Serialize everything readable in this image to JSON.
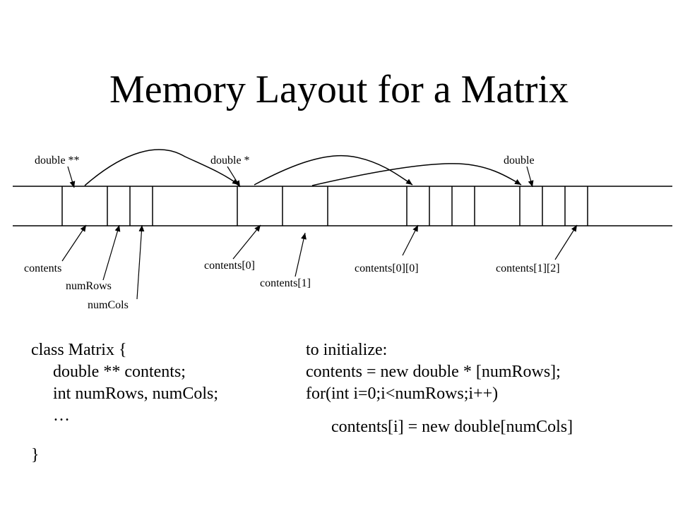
{
  "title": "Memory Layout for a Matrix",
  "diagram": {
    "type_labels": {
      "pointer_to_pointer": "double **",
      "pointer": "double *",
      "value": "double"
    },
    "field_labels": {
      "contents": "contents",
      "num_rows": "numRows",
      "num_cols": "numCols",
      "contents_0": "contents[0]",
      "contents_1": "contents[1]",
      "contents_0_0": "contents[0][0]",
      "contents_1_2": "contents[1][2]"
    }
  },
  "code": {
    "class_lines": [
      "class Matrix {",
      "double ** contents;",
      "int numRows, numCols;",
      "…",
      "}"
    ],
    "init_lines": [
      "to initialize:",
      "contents = new double * [numRows];",
      "for(int i=0;i<numRows;i++)",
      "contents[i] = new double[numCols]"
    ]
  }
}
